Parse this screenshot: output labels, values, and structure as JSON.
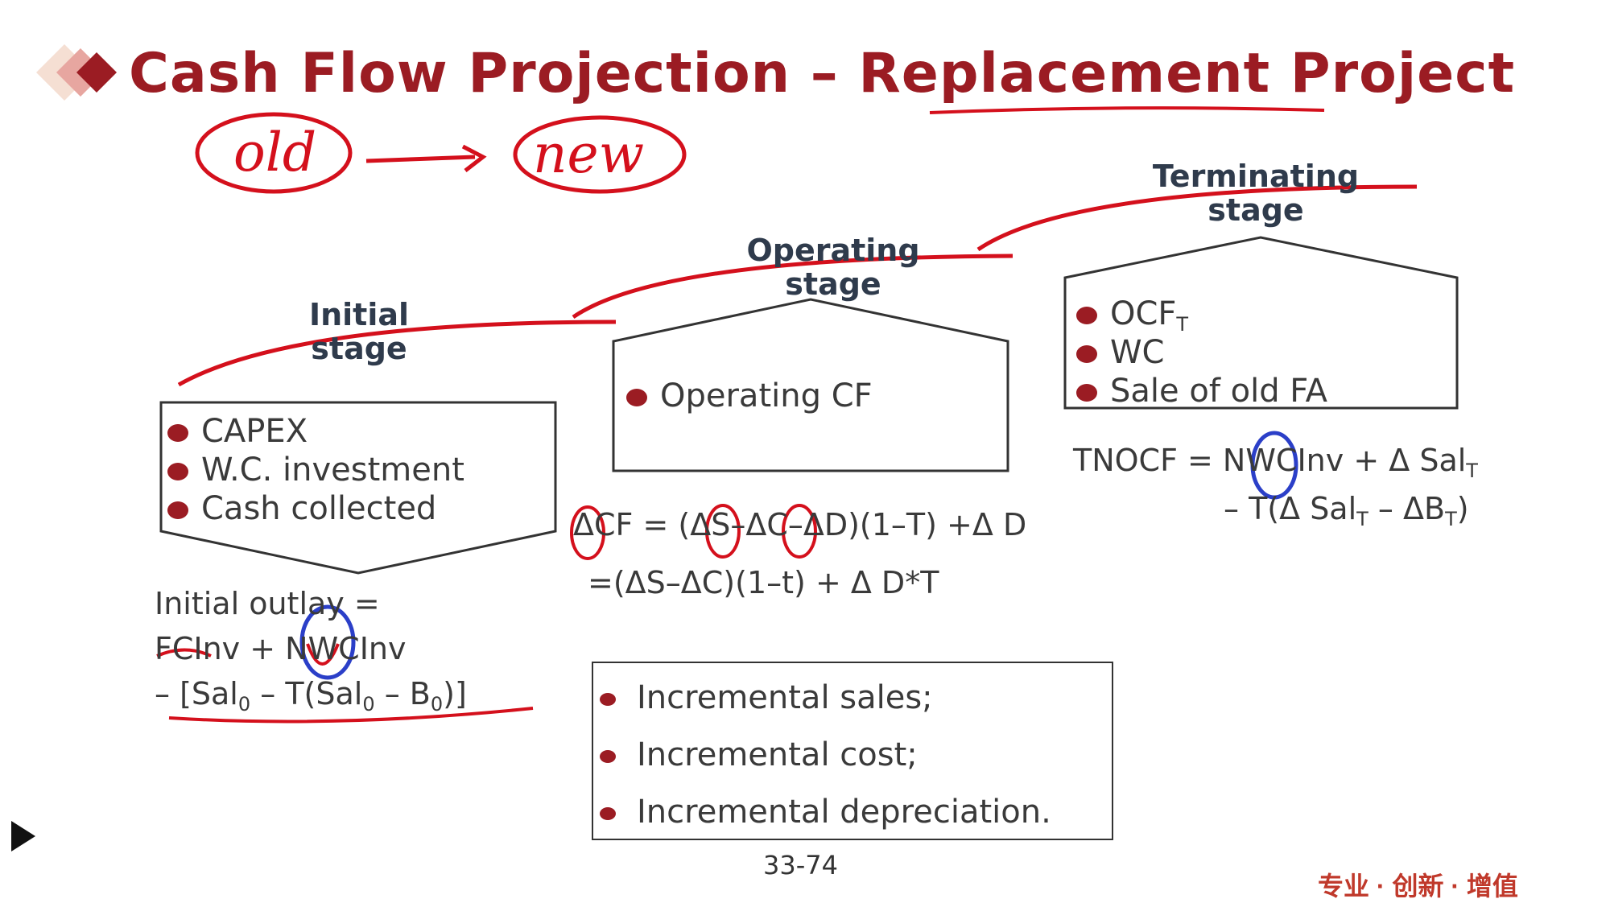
{
  "title": "Cash Flow Projection – Replacement Project",
  "handwriting": {
    "old": "old",
    "new": "new"
  },
  "stages": {
    "initial": {
      "label": "Initial stage",
      "items": [
        "CAPEX",
        "W.C. investment",
        "Cash collected"
      ]
    },
    "operating": {
      "label": "Operating stage",
      "items": [
        "Operating CF"
      ]
    },
    "terminating": {
      "label": "Terminating stage",
      "items": [
        "OCF",
        "WC",
        "Sale of old FA"
      ],
      "ocf_sub": "T"
    }
  },
  "initial_formula": {
    "line1": "Initial outlay =",
    "line2": "FCInv + NWCInv",
    "line3_a": "– [Sal",
    "line3_b": "0",
    "line3_c": " – T(Sal",
    "line3_d": "0",
    "line3_e": " – B",
    "line3_f": "0",
    "line3_g": ")]"
  },
  "operating_formula": {
    "line1": "ΔCF = (ΔS–ΔC–ΔD)(1–T) +Δ D",
    "line2": "=(ΔS–ΔC)(1–t) + Δ D*T"
  },
  "terminal_formula": {
    "line1_a": "TNOCF = NWCInv + Δ Sal",
    "line1_sub": "T",
    "line2_a": "– T(Δ Sal",
    "line2_sub1": "T",
    "line2_b": " – ΔB",
    "line2_sub2": "T",
    "line2_c": ")"
  },
  "incremental": [
    "Incremental sales;",
    "Incremental cost;",
    "Incremental depreciation."
  ],
  "page_number": "33-74",
  "brand": "专业 · 创新 · 增值",
  "colors": {
    "accent": "#9b1c23",
    "annotation_red": "#d4101c",
    "annotation_blue": "#2b3fc8"
  }
}
